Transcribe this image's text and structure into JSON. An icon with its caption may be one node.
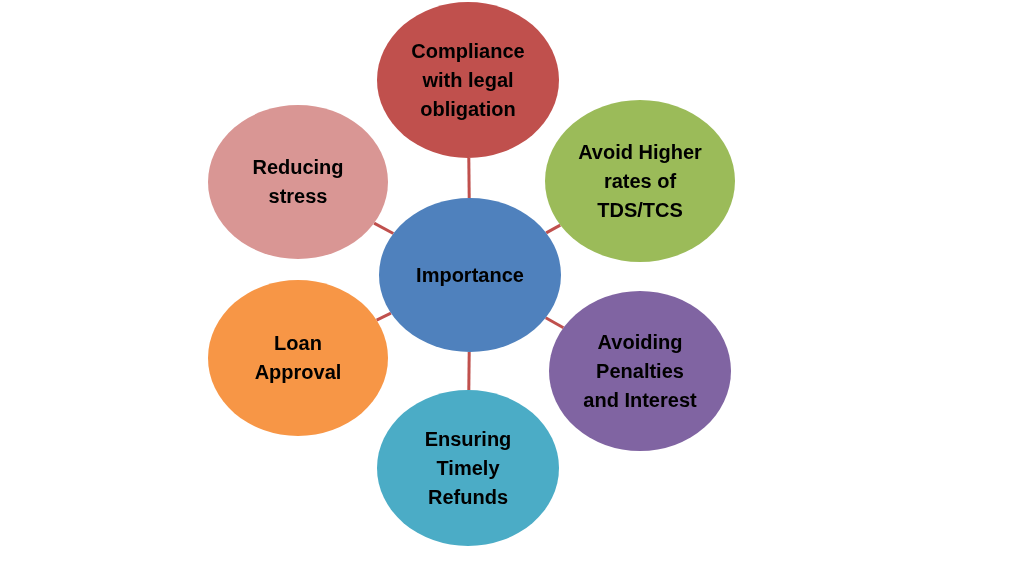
{
  "diagram": {
    "nodes": [
      {
        "text": [
          "Importance"
        ]
      },
      {
        "text": [
          "Compliance with legal obligation"
        ]
      },
      {
        "text": [
          "Avoid Higher rates of TDS/TCS"
        ]
      },
      {
        "text": [
          "Avoiding Penalties and Interest"
        ]
      },
      {
        "text": [
          "Ensuring Timely Refunds"
        ]
      },
      {
        "text": [
          "Loan Approval"
        ]
      },
      {
        "text": [
          "Reducing stress"
        ]
      }
    ],
    "edges": [
      {
        "from": 0,
        "to": 1,
        "arrow": "none"
      },
      {
        "from": 0,
        "to": 2,
        "arrow": "none"
      },
      {
        "from": 0,
        "to": 3,
        "arrow": "none"
      },
      {
        "from": 0,
        "to": 4,
        "arrow": "none"
      },
      {
        "from": 0,
        "to": 5,
        "arrow": "none"
      },
      {
        "from": 0,
        "to": 6,
        "arrow": "none"
      }
    ]
  }
}
